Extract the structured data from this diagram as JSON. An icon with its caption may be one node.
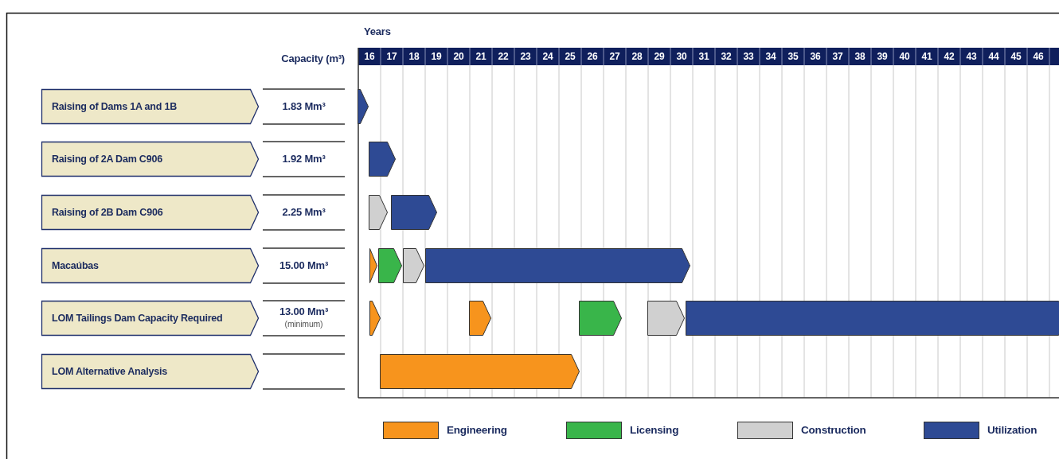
{
  "diagram": {
    "nodes": [
      {
        "text": [
          "Raising of Dams 1A and 1B"
        ]
      },
      {
        "text": [
          "Raising of 2A Dam C906"
        ]
      },
      {
        "text": [
          "Raising of 2B Dam C906"
        ]
      },
      {
        "text": [
          "Macaúbas"
        ]
      },
      {
        "text": [
          "LOM Tailings Dam Capacity Required"
        ]
      },
      {
        "text": [
          "LOM Alternative Analysis"
        ]
      },
      {
        "text": [],
        "shape": "bar"
      },
      {
        "text": [],
        "shape": "bar"
      },
      {
        "text": [],
        "shape": "bar"
      },
      {
        "text": [],
        "shape": "bar"
      },
      {
        "text": [],
        "shape": "bar"
      },
      {
        "text": [],
        "shape": "bar"
      },
      {
        "text": [],
        "shape": "bar"
      },
      {
        "text": [],
        "shape": "bar"
      },
      {
        "text": [],
        "shape": "bar"
      },
      {
        "text": [],
        "shape": "bar"
      },
      {
        "text": [],
        "shape": "bar"
      },
      {
        "text": [],
        "shape": "bar"
      },
      {
        "text": [],
        "shape": "bar"
      },
      {
        "text": [],
        "shape": "bar"
      }
    ],
    "labels": [
      "Years",
      "Capacity (m³)",
      "16",
      "17",
      "18",
      "19",
      "20",
      "21",
      "22",
      "23",
      "24",
      "25",
      "26",
      "27",
      "28",
      "29",
      "30",
      "31",
      "32",
      "33",
      "34",
      "35",
      "36",
      "37",
      "38",
      "39",
      "40",
      "41",
      "42",
      "43",
      "44",
      "45",
      "46",
      "1.83 Mm³",
      "1.92 Mm³",
      "2.25 Mm³",
      "15.00 Mm³",
      "13.00 Mm³",
      "(minimum)"
    ],
    "legend": [
      {
        "text": "Engineering",
        "color": "#f7941d"
      },
      {
        "text": "Licensing",
        "color": "#39b54a"
      },
      {
        "text": "Construction",
        "color": "#d0d0d0"
      },
      {
        "text": "Utilization",
        "color": "#2e4a94"
      }
    ]
  }
}
